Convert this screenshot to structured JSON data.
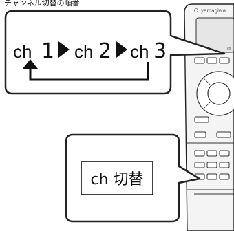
{
  "top_caption": "チャンネル切替の順番",
  "remote": {
    "brand": "yamagiwa",
    "screen_mark": "ch"
  },
  "channel_sequence": {
    "prefix": "ch",
    "steps": [
      "1",
      "2",
      "3"
    ]
  },
  "callout": {
    "button_label": "ch 切替"
  },
  "colors": {
    "outline": "#222222",
    "remote_body": "#f4f4f4",
    "screen": "#e6e6e6"
  }
}
